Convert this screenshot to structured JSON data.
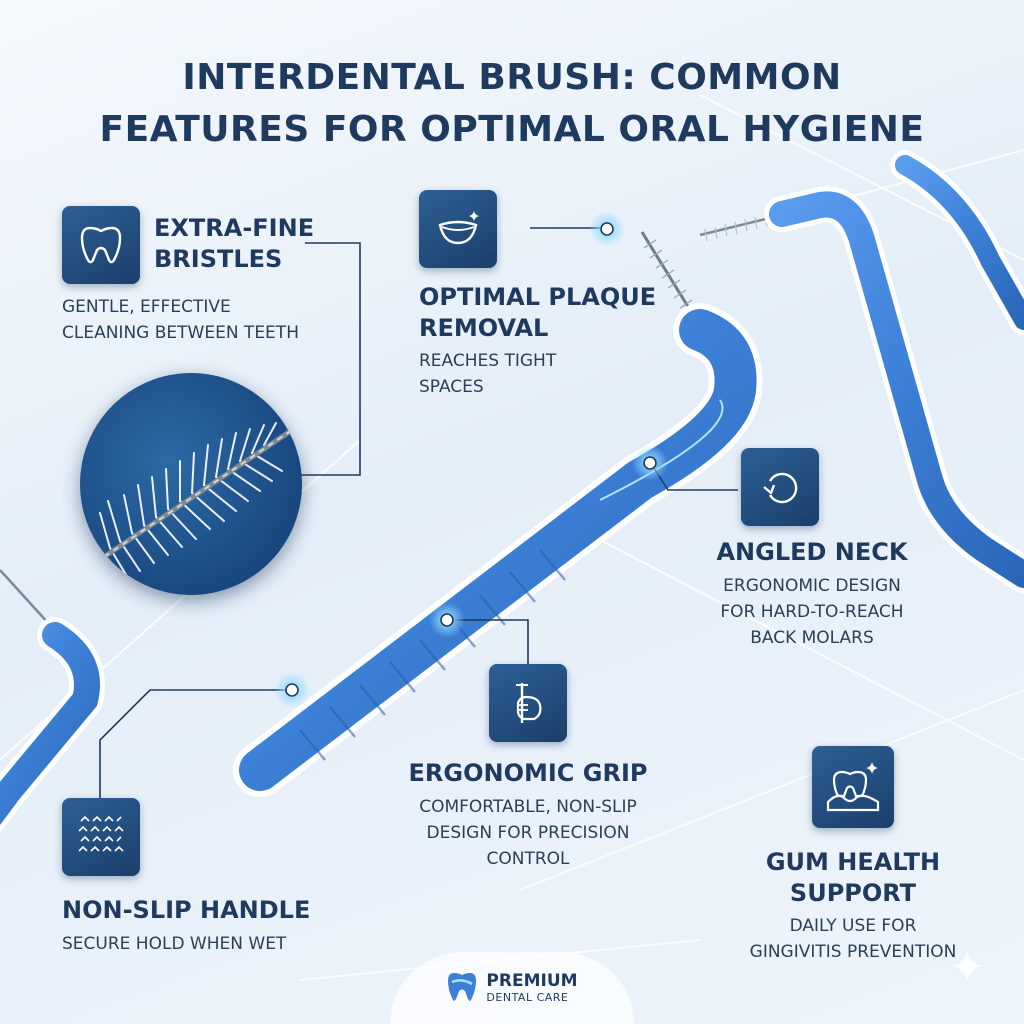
{
  "title": {
    "line1": "INTERDENTAL BRUSH: COMMON",
    "line2": "FEATURES FOR OPTIMAL ORAL HYGIENE"
  },
  "features": {
    "bristles": {
      "heading_line1": "EXTRA-FINE",
      "heading_line2": "BRISTLES",
      "desc_line1": "GENTLE, EFFECTIVE",
      "desc_line2": "CLEANING BETWEEN TEETH",
      "icon": "tooth-icon"
    },
    "plaque": {
      "heading_line1": "OPTIMAL PLAQUE",
      "heading_line2": "REMOVAL",
      "desc_line1": "REACHES TIGHT",
      "desc_line2": "SPACES",
      "icon": "smile-icon"
    },
    "neck": {
      "heading": "ANGLED NECK",
      "desc_line1": "ERGONOMIC DESIGN",
      "desc_line2": "FOR HARD-TO-REACH",
      "desc_line3": "BACK MOLARS",
      "icon": "rotate-arrow-icon"
    },
    "grip": {
      "heading": "ERGONOMIC GRIP",
      "desc_line1": "COMFORTABLE, NON-SLIP",
      "desc_line2": "DESIGN FOR PRECISION",
      "desc_line3": "CONTROL",
      "icon": "hand-grip-icon"
    },
    "handle": {
      "heading": "NON-SLIP HANDLE",
      "desc": "SECURE HOLD WHEN WET",
      "icon": "texture-pattern-icon"
    },
    "gum": {
      "heading_line1": "GUM HEALTH",
      "heading_line2": "SUPPORT",
      "desc_line1": "DAILY USE FOR",
      "desc_line2": "GINGIVITIS PREVENTION",
      "icon": "gum-tooth-sparkle-icon"
    }
  },
  "badge": {
    "line1": "PREMIUM",
    "line2": "DENTAL CARE",
    "icon": "tooth-logo-icon"
  },
  "colors": {
    "navy": "#1e3a5f",
    "brush_blue": "#3b7fd6",
    "icon_bg": "#1f4a7c",
    "glow": "#8fd8ff"
  }
}
